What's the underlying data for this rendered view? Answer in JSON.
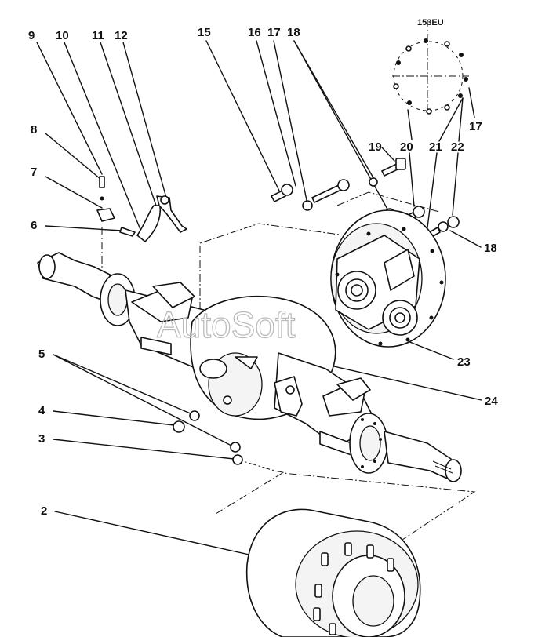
{
  "callouts": [
    {
      "id": "c9",
      "text": "9"
    },
    {
      "id": "c10",
      "text": "10"
    },
    {
      "id": "c11",
      "text": "11"
    },
    {
      "id": "c12",
      "text": "12"
    },
    {
      "id": "c15",
      "text": "15"
    },
    {
      "id": "c16",
      "text": "16"
    },
    {
      "id": "c17",
      "text": "17"
    },
    {
      "id": "c18",
      "text": "18"
    },
    {
      "id": "c8",
      "text": "8"
    },
    {
      "id": "c7",
      "text": "7"
    },
    {
      "id": "c6",
      "text": "6"
    },
    {
      "id": "c19",
      "text": "19"
    },
    {
      "id": "c20",
      "text": "20"
    },
    {
      "id": "c21",
      "text": "21"
    },
    {
      "id": "c22",
      "text": "22"
    },
    {
      "id": "c17b",
      "text": "17"
    },
    {
      "id": "c18b",
      "text": "18"
    },
    {
      "id": "c23",
      "text": "23"
    },
    {
      "id": "c24",
      "text": "24"
    },
    {
      "id": "c5",
      "text": "5"
    },
    {
      "id": "c4",
      "text": "4"
    },
    {
      "id": "c3",
      "text": "3"
    },
    {
      "id": "c2",
      "text": "2"
    }
  ],
  "pattern_label": "153EU",
  "watermark": "AutoSoft"
}
